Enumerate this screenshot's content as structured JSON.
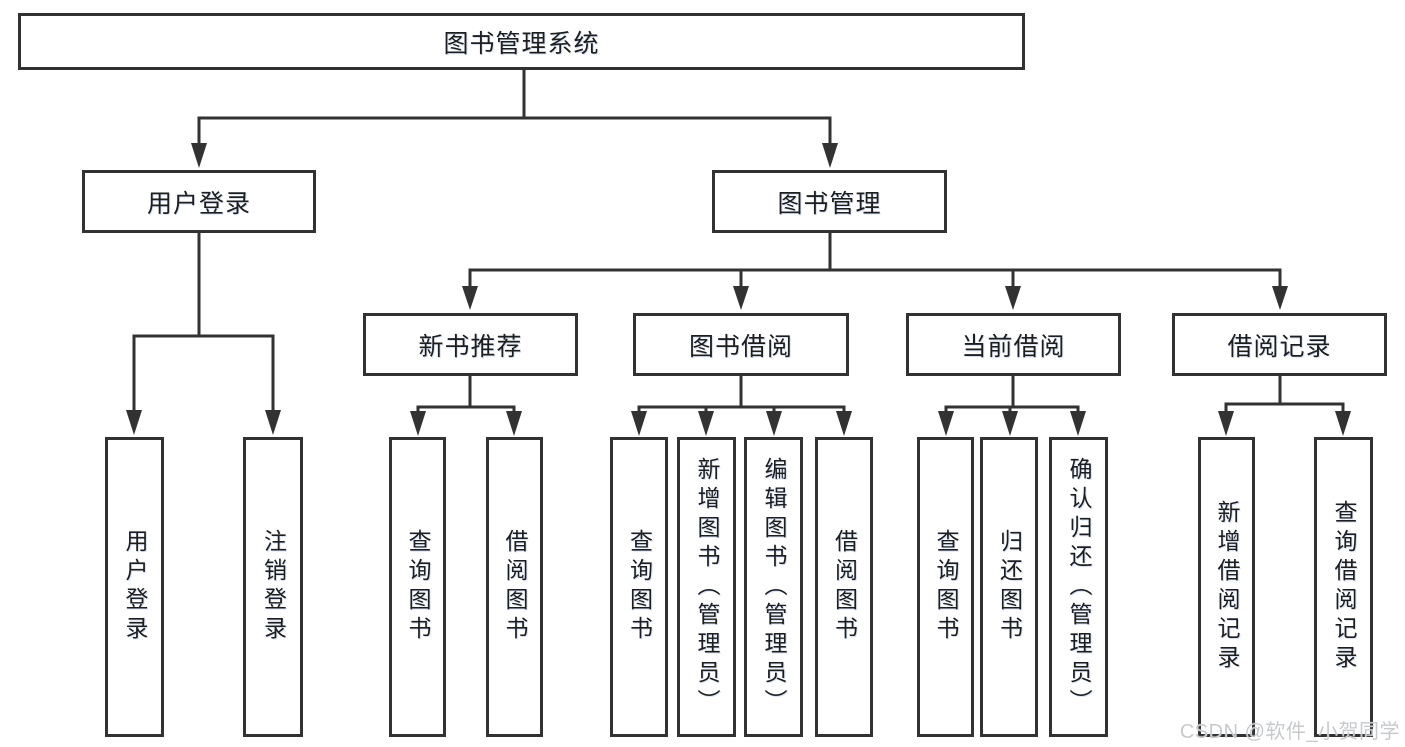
{
  "diagram": {
    "title": "图书管理系统",
    "root": {
      "label": "图书管理系统"
    },
    "branches": [
      {
        "label": "用户登录",
        "children": [
          {
            "label": "用户登录"
          },
          {
            "label": "注销登录"
          }
        ]
      },
      {
        "label": "图书管理",
        "children": [
          {
            "label": "新书推荐",
            "children": [
              {
                "label": "查询图书"
              },
              {
                "label": "借阅图书"
              }
            ]
          },
          {
            "label": "图书借阅",
            "children": [
              {
                "label": "查询图书"
              },
              {
                "label": "新增图书（管理员）"
              },
              {
                "label": "编辑图书（管理员）"
              },
              {
                "label": "借阅图书"
              }
            ]
          },
          {
            "label": "当前借阅",
            "children": [
              {
                "label": "查询图书"
              },
              {
                "label": "归还图书"
              },
              {
                "label": "确认归还（管理员）"
              }
            ]
          },
          {
            "label": "借阅记录",
            "children": [
              {
                "label": "新增借阅记录"
              },
              {
                "label": "查询借阅记录"
              }
            ]
          }
        ]
      }
    ],
    "watermark": "CSDN @软件_小贺同学",
    "colors": {
      "line": "#323232",
      "text": "#1e1e1e",
      "box_background": "#ffffff",
      "watermark": "#c7cacd"
    }
  }
}
